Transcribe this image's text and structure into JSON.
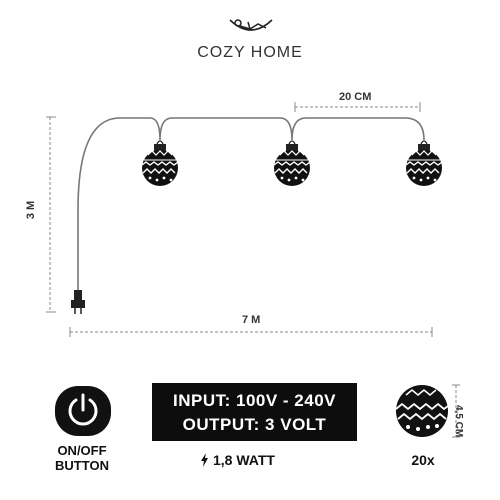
{
  "brand": {
    "name": "COZY HOME",
    "logo_icon": "hammock-person-icon"
  },
  "diagram": {
    "height_label": "3 M",
    "length_label": "7 M",
    "spacing_label": "20 CM",
    "bulb_icon": "christmas-ornament-icon",
    "plug_icon": "plug-icon"
  },
  "bottom": {
    "power_button_icon": "power-icon",
    "power_button_label": [
      "ON/OFF",
      "BUTTON"
    ],
    "spec": {
      "input": "INPUT: 100V - 240V",
      "output": "OUTPUT: 3 VOLT"
    },
    "wattage": "1,8 WATT",
    "wattage_icon": "lightning-icon",
    "bulb_size": "4,5 CM",
    "bulb_count": "20x"
  },
  "colors": {
    "wire": "#777777",
    "dim_line": "#888888",
    "dark": "#111111"
  }
}
